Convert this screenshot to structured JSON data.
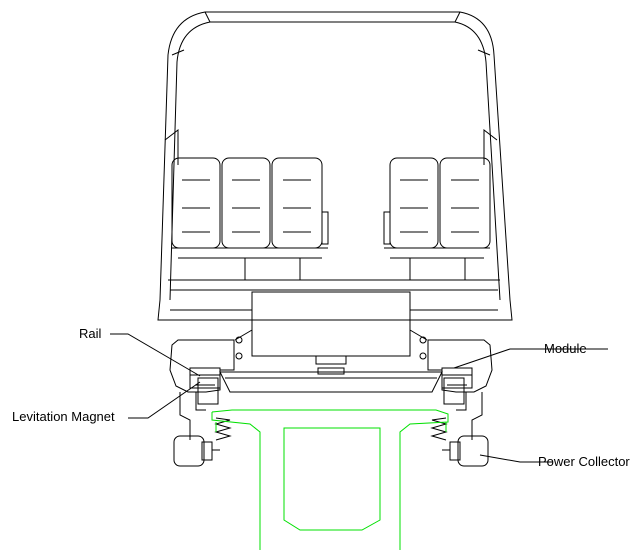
{
  "labels": {
    "rail": "Rail",
    "module": "Module",
    "levitation_magnet": "Levitation Magnet",
    "power_collector": "Power Collector"
  },
  "colors": {
    "vehicle": "#000000",
    "guideway": "#00e000",
    "background": "#ffffff"
  }
}
